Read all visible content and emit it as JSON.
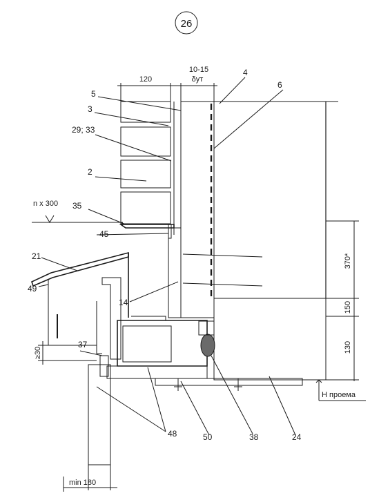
{
  "sheet": {
    "number": "26"
  },
  "dimensions": {
    "brick_width": "120",
    "gap": "10-15",
    "delta_ut": "δут",
    "course_spacing": "n x 300",
    "d370": "370*",
    "d150": "150",
    "d130": "130",
    "overlap": "≥30",
    "min_width": "min 180",
    "opening_level": "Н проема"
  },
  "callouts": {
    "c5": "5",
    "c3": "3",
    "c29": "29; 33",
    "c2": "2",
    "c35": "35",
    "c45": "45",
    "c21": "21",
    "c49": "49",
    "c14": "14",
    "c37": "37",
    "c48": "48",
    "c50": "50",
    "c38": "38",
    "c24": "24",
    "c4": "4",
    "c6": "6"
  }
}
